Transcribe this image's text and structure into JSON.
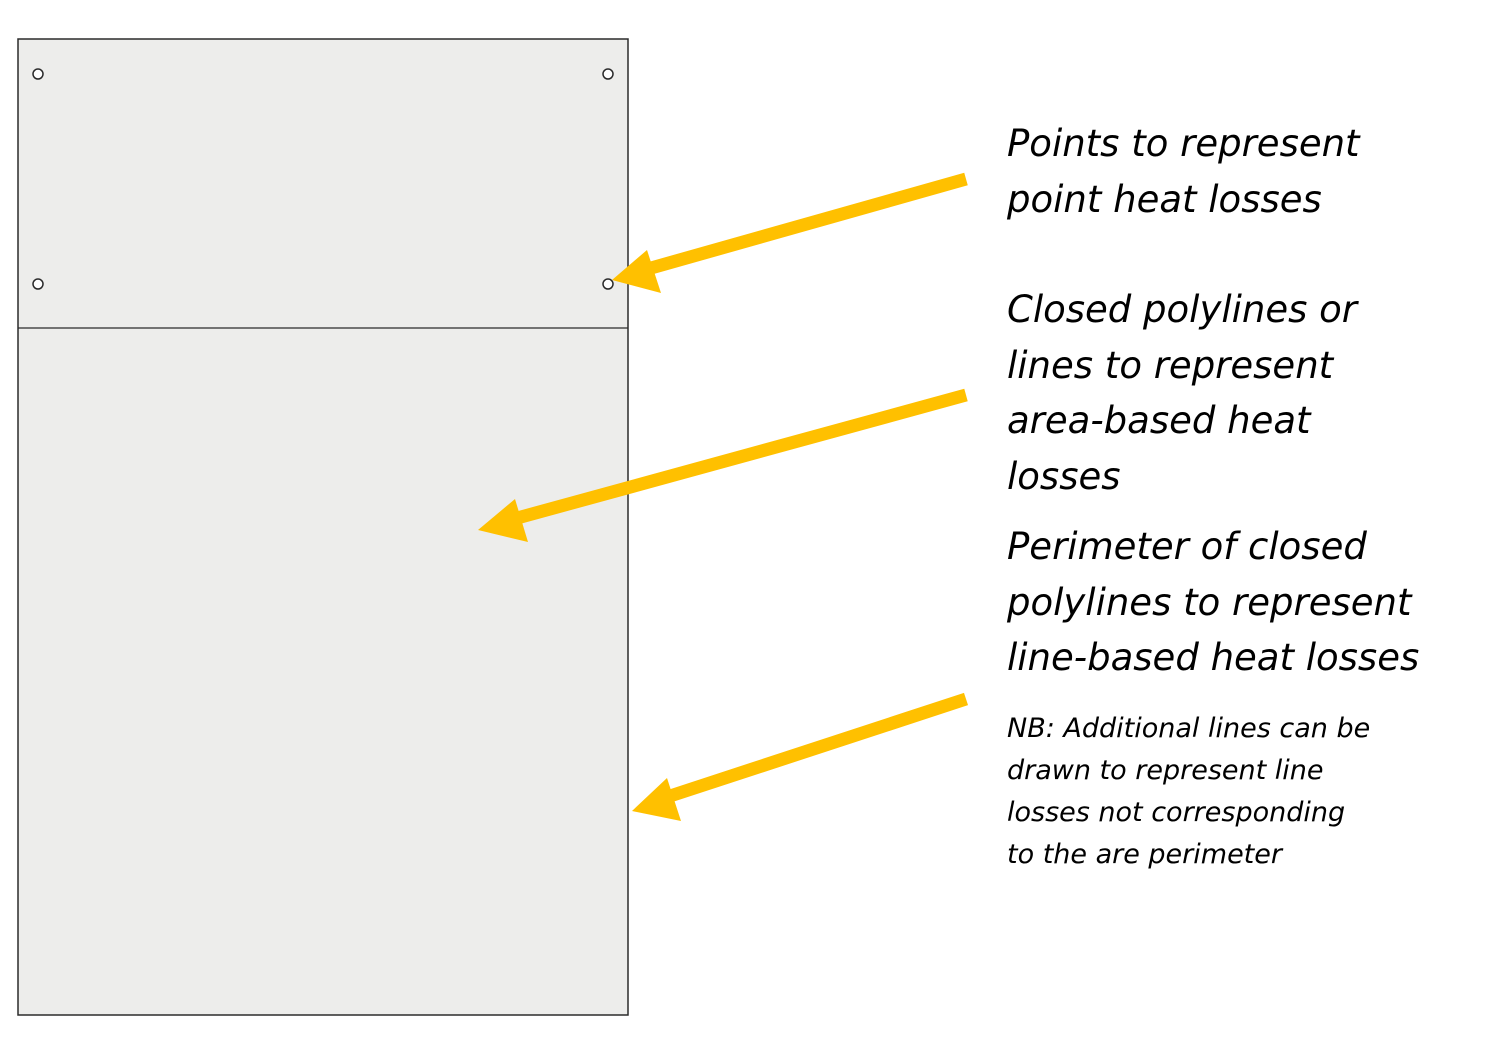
{
  "colors": {
    "panel_fill": "#ededeb",
    "panel_stroke": "#2b2b2b",
    "arrow": "#ffc000",
    "text": "#000000"
  },
  "annotations": {
    "point_losses": [
      "Points to represent",
      "point heat losses"
    ],
    "area_losses": [
      "Closed polylines or",
      "lines to represent",
      "area-based heat",
      "losses"
    ],
    "line_losses": [
      "Perimeter of closed",
      "polylines to represent",
      "line-based heat losses"
    ],
    "note": [
      "NB: Additional lines can be",
      "drawn to represent line",
      "losses not corresponding",
      "to the are perimeter"
    ]
  }
}
